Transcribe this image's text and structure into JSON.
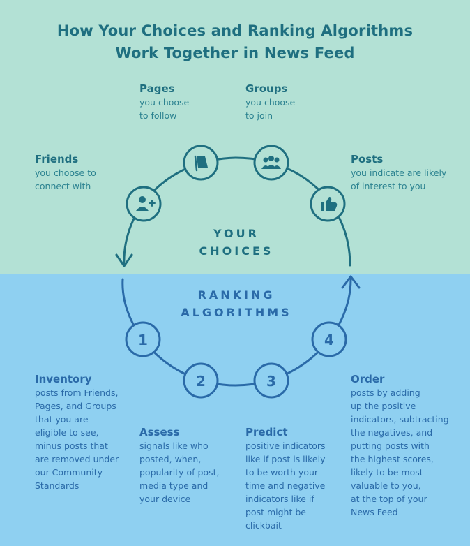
{
  "title": {
    "line1": "How Your Choices and Ranking Algorithms",
    "line2": "Work Together in News Feed"
  },
  "center": {
    "choices_line1": "YOUR",
    "choices_line2": "CHOICES",
    "ranking_line1": "RANKING",
    "ranking_line2": "ALGORITHMS"
  },
  "choices": {
    "pages": {
      "heading": "Pages",
      "lines": [
        "you choose",
        "to follow"
      ]
    },
    "groups": {
      "heading": "Groups",
      "lines": [
        "you choose",
        "to join"
      ]
    },
    "friends": {
      "heading": "Friends",
      "lines": [
        "you choose to",
        "connect with"
      ]
    },
    "posts": {
      "heading": "Posts",
      "lines": [
        "you indicate are likely",
        "of interest to you"
      ]
    }
  },
  "steps": [
    {
      "number": "1",
      "heading": "Inventory",
      "lines": [
        "posts from Friends,",
        "Pages, and Groups",
        "that you are",
        "eligible to see,",
        "minus posts that",
        "are removed under",
        "our Community",
        "Standards"
      ]
    },
    {
      "number": "2",
      "heading": "Assess",
      "lines": [
        "signals like who",
        "posted, when,",
        "popularity of post,",
        "media type and",
        "your device"
      ]
    },
    {
      "number": "3",
      "heading": "Predict",
      "lines": [
        "positive indicators",
        "like if post is likely",
        "to be worth your",
        "time and negative",
        "indicators like if",
        "post might be",
        "clickbait"
      ]
    },
    {
      "number": "4",
      "heading": "Order",
      "lines": [
        "posts by adding",
        "up the positive",
        "indicators, subtracting",
        "the negatives, and",
        "putting posts with",
        "the highest scores,",
        "likely to be most",
        "valuable to you,",
        "at the top of your",
        "News Feed"
      ]
    }
  ],
  "icons": {
    "friends": "add-friend-icon",
    "pages": "flag-icon",
    "groups": "group-icon",
    "posts": "thumbs-up-icon"
  },
  "colors": {
    "top_background": "#b3e1d5",
    "bottom_background": "#8fd0f1",
    "choices_ink": "#1f6f80",
    "ranking_ink": "#2a6aa8"
  }
}
